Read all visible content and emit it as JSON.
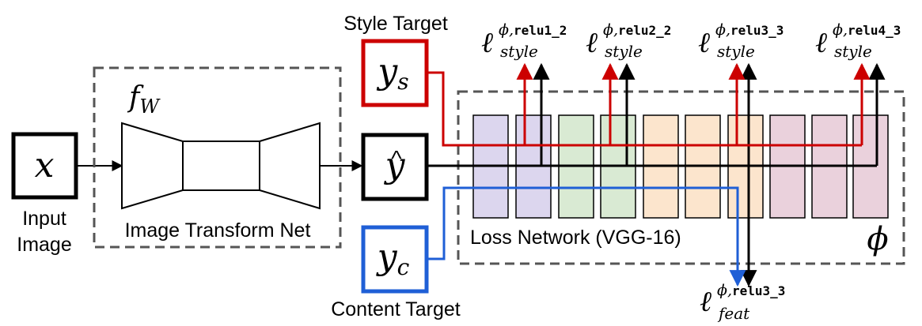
{
  "input": {
    "symbol": "x",
    "label_line1": "Input",
    "label_line2": "Image"
  },
  "transform": {
    "symbol_main": "f",
    "symbol_sub": "W",
    "label": "Image Transform Net"
  },
  "yhat": {
    "symbol": "y",
    "accent": "^"
  },
  "style_target": {
    "label": "Style Target",
    "symbol": "y",
    "sub": "s"
  },
  "content_target": {
    "label": "Content Target",
    "symbol": "y",
    "sub": "c"
  },
  "loss_network": {
    "label": "Loss Network (VGG-16)",
    "phi": "ϕ"
  },
  "style_losses": [
    {
      "ell": "ℓ",
      "sup_phi": "ϕ,",
      "sup_layer": "relu1_2",
      "sub": "style"
    },
    {
      "ell": "ℓ",
      "sup_phi": "ϕ,",
      "sup_layer": "relu2_2",
      "sub": "style"
    },
    {
      "ell": "ℓ",
      "sup_phi": "ϕ,",
      "sup_layer": "relu3_3",
      "sub": "style"
    },
    {
      "ell": "ℓ",
      "sup_phi": "ϕ,",
      "sup_layer": "relu4_3",
      "sub": "style"
    }
  ],
  "feat_loss": {
    "ell": "ℓ",
    "sup_phi": "ϕ,",
    "sup_layer": "relu3_3",
    "sub": "feat"
  },
  "colors": {
    "style": "#cc0000",
    "content": "#1f5fd6",
    "block1": "#dcd6ee",
    "block2": "#d9ead3",
    "block3": "#fce5cd",
    "block4": "#ead1dc"
  }
}
